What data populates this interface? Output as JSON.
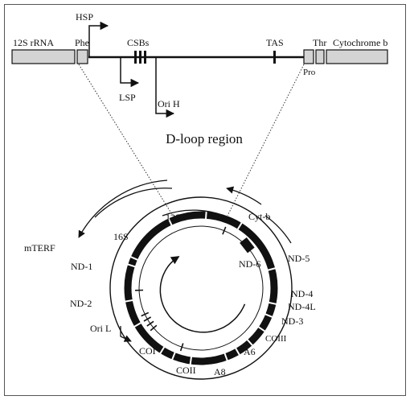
{
  "colors": {
    "ink": "#111111",
    "box_fill": "#d4d4d4",
    "frame": "#555555"
  },
  "top_map": {
    "labels": {
      "rrna12s": "12S rRNA",
      "phe": "Phe",
      "hsp": "HSP",
      "csbs": "CSBs",
      "lsp": "LSP",
      "orih": "Ori H",
      "tas": "TAS",
      "thr": "Thr",
      "pro": "Pro",
      "cytb": "Cytochrome b"
    }
  },
  "title": "D-loop region",
  "circle_map": {
    "labels": {
      "s12": "12S",
      "s16": "16S",
      "mterf": "mTERF",
      "nd1": "ND-1",
      "nd2": "ND-2",
      "oril": "Ori L",
      "coi": "COI",
      "coii": "COII",
      "a8": "A8",
      "a6": "A6",
      "coiii": "COIII",
      "nd3": "ND-3",
      "nd4l": "ND-4L",
      "nd4": "ND-4",
      "nd5": "ND-5",
      "nd6": "ND-6",
      "cytb": "Cyt-b"
    }
  }
}
